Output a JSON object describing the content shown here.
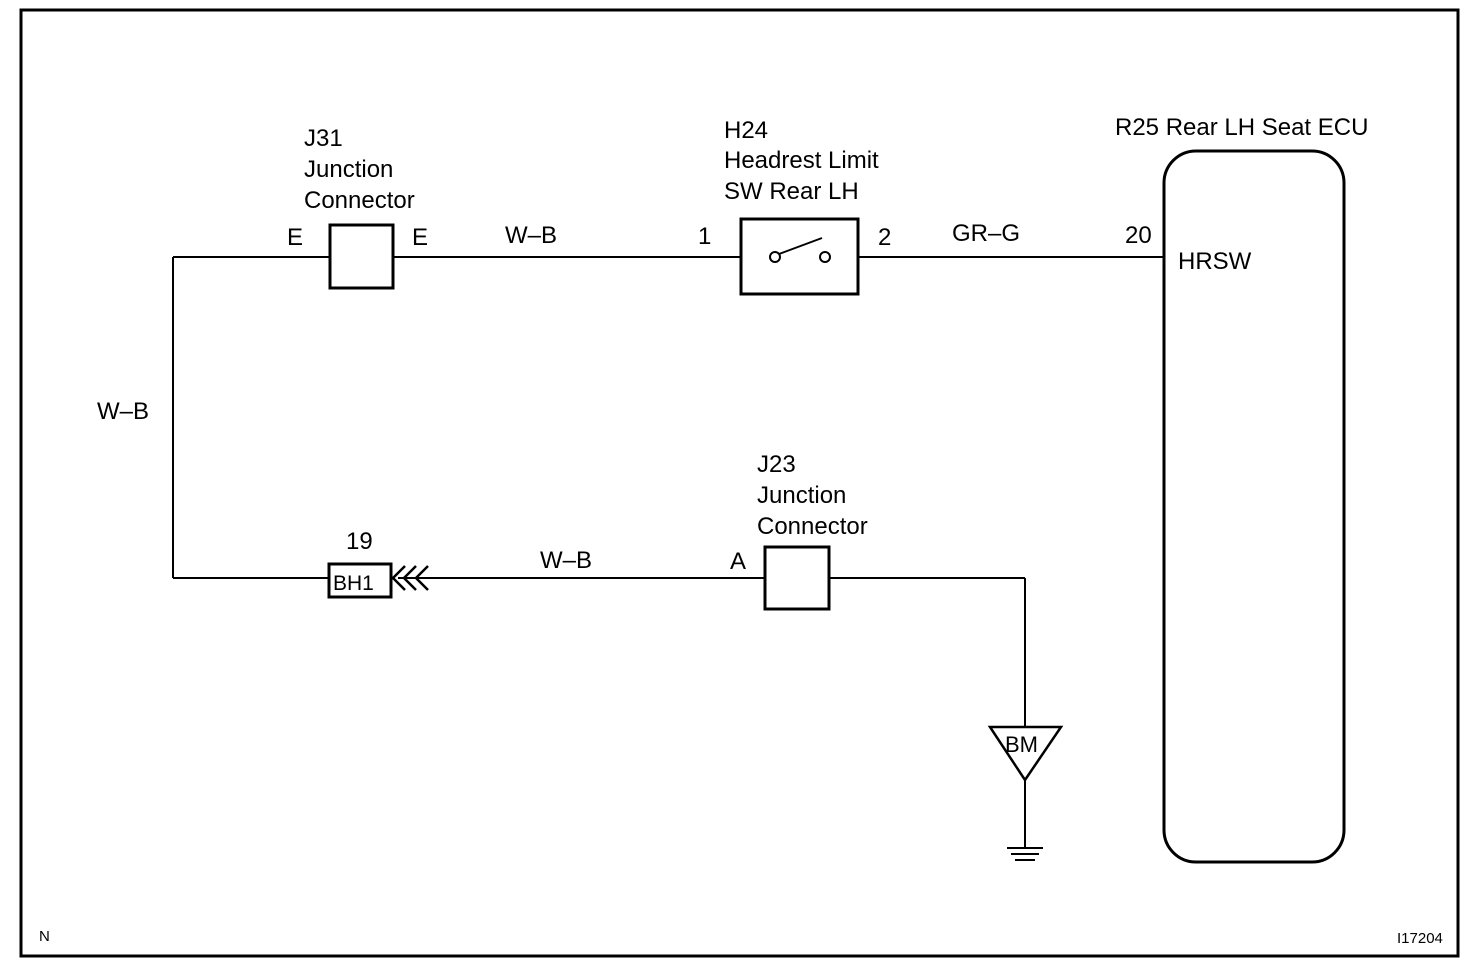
{
  "ecu": {
    "id_name": "R25 Rear LH Seat ECU",
    "pin": "20",
    "terminal": "HRSW"
  },
  "switch": {
    "id": "H24",
    "name_line1": "Headrest Limit",
    "name_line2": "SW Rear LH",
    "pin_in": "1",
    "pin_out": "2"
  },
  "j31": {
    "id": "J31",
    "line1": "Junction",
    "line2": "Connector",
    "pin_left": "E",
    "pin_right": "E"
  },
  "j23": {
    "id": "J23",
    "line1": "Junction",
    "line2": "Connector",
    "pin": "A"
  },
  "bh1": {
    "label": "BH1",
    "pin": "19"
  },
  "ground": {
    "label": "BM"
  },
  "wires": {
    "top_left": "W–B",
    "top_right": "GR–G",
    "left_vertical": "W–B",
    "bottom": "W–B"
  },
  "corner": {
    "bottom_left": "N",
    "bottom_right": "I17204"
  }
}
